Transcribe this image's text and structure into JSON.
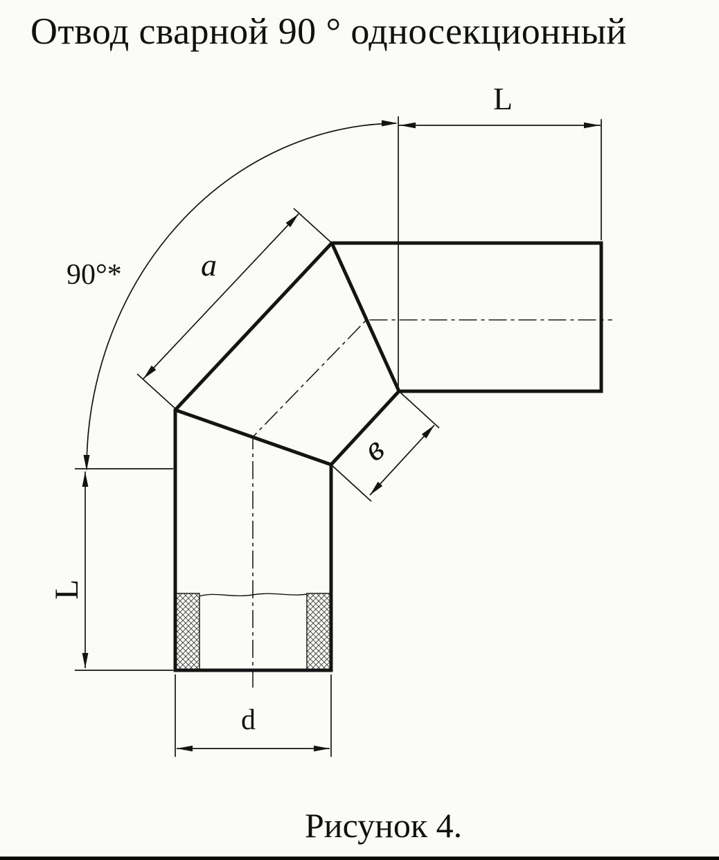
{
  "page": {
    "title": "Отвод сварной 90 ° односекционный",
    "caption": "Рисунок 4.",
    "background_color": "#fbfbf7",
    "ink_color": "#141414"
  },
  "drawing": {
    "labels": {
      "top_length": "L",
      "angle": "90°*",
      "face_a": "a",
      "face_b": "в",
      "left_length": "L",
      "diameter": "d"
    }
  }
}
